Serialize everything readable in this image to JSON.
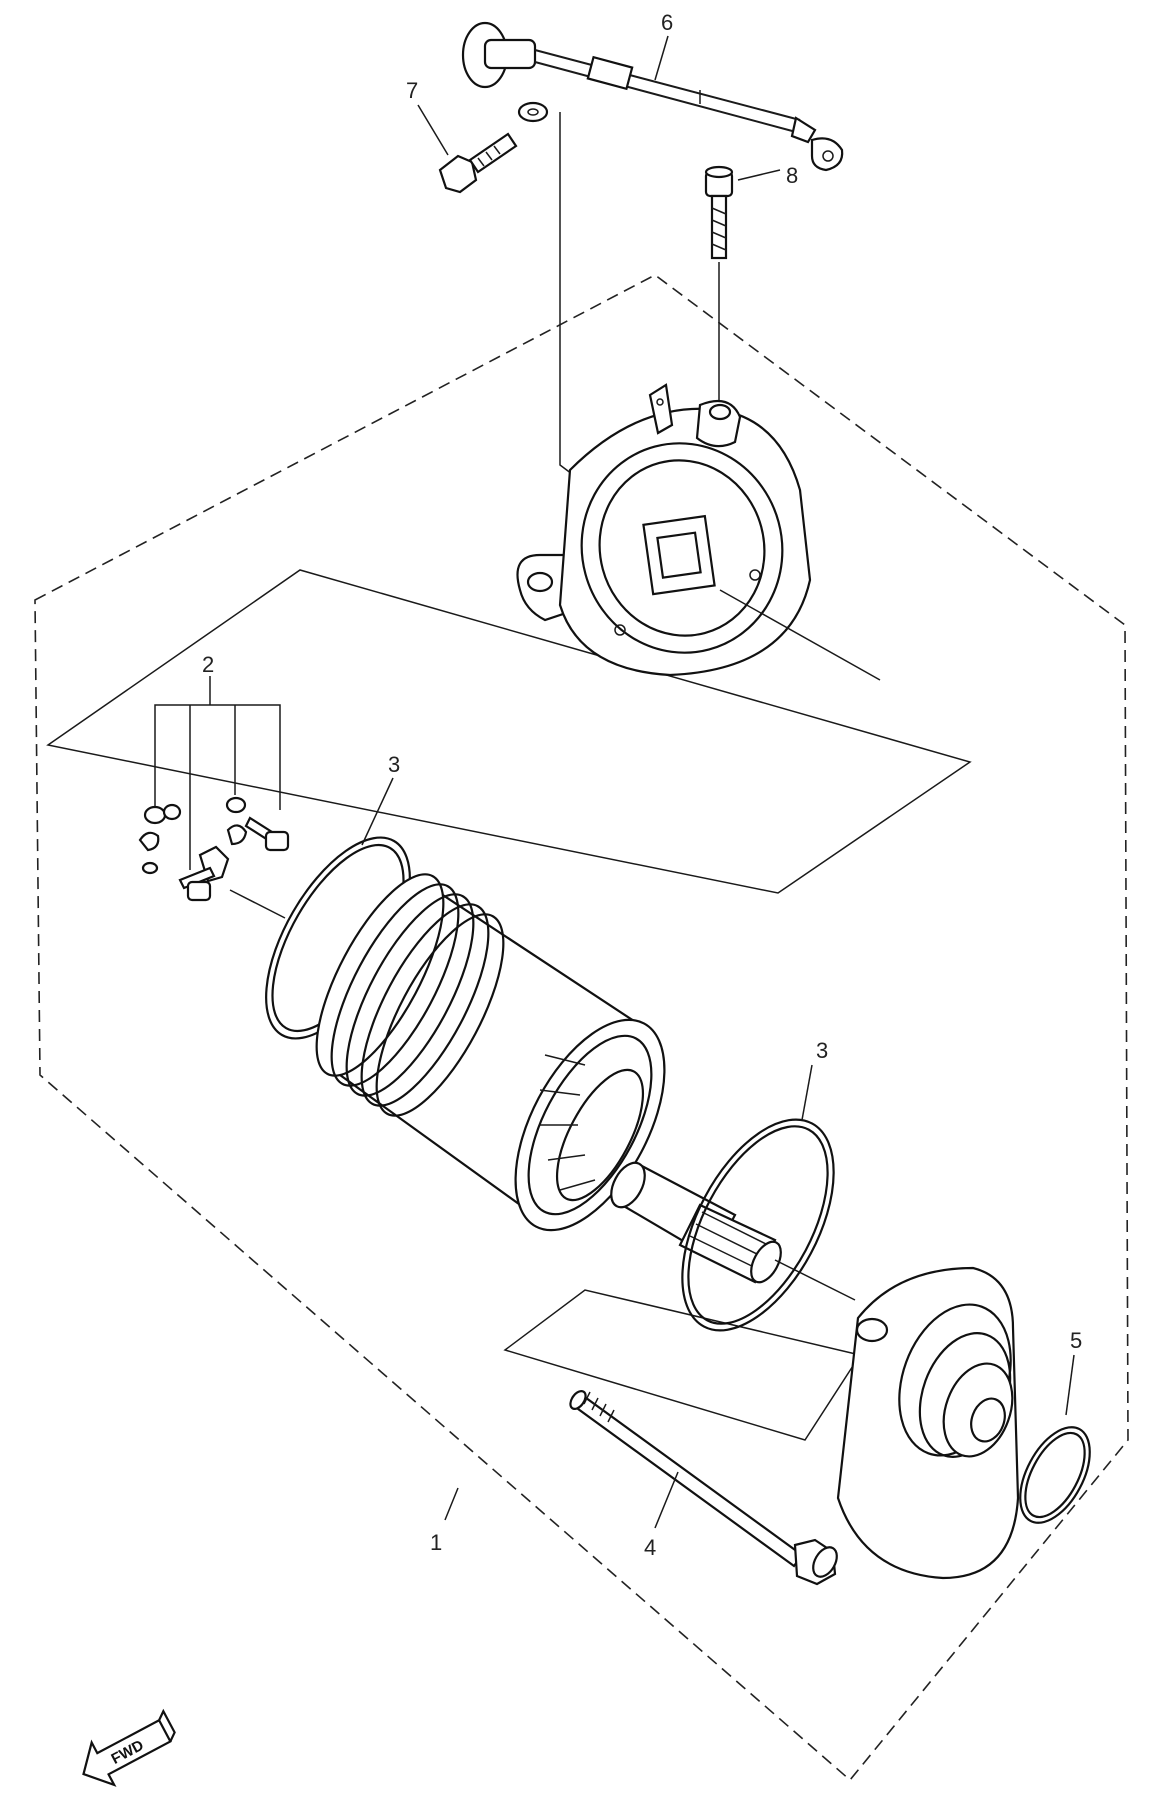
{
  "diagram": {
    "callouts": [
      {
        "id": "c1",
        "label": "1"
      },
      {
        "id": "c2",
        "label": "2"
      },
      {
        "id": "c3a",
        "label": "3"
      },
      {
        "id": "c3b",
        "label": "3"
      },
      {
        "id": "c4",
        "label": "4"
      },
      {
        "id": "c5",
        "label": "5"
      },
      {
        "id": "c6",
        "label": "6"
      },
      {
        "id": "c7",
        "label": "7"
      },
      {
        "id": "c8",
        "label": "8"
      }
    ],
    "direction_indicator": {
      "label": "FWD"
    }
  }
}
